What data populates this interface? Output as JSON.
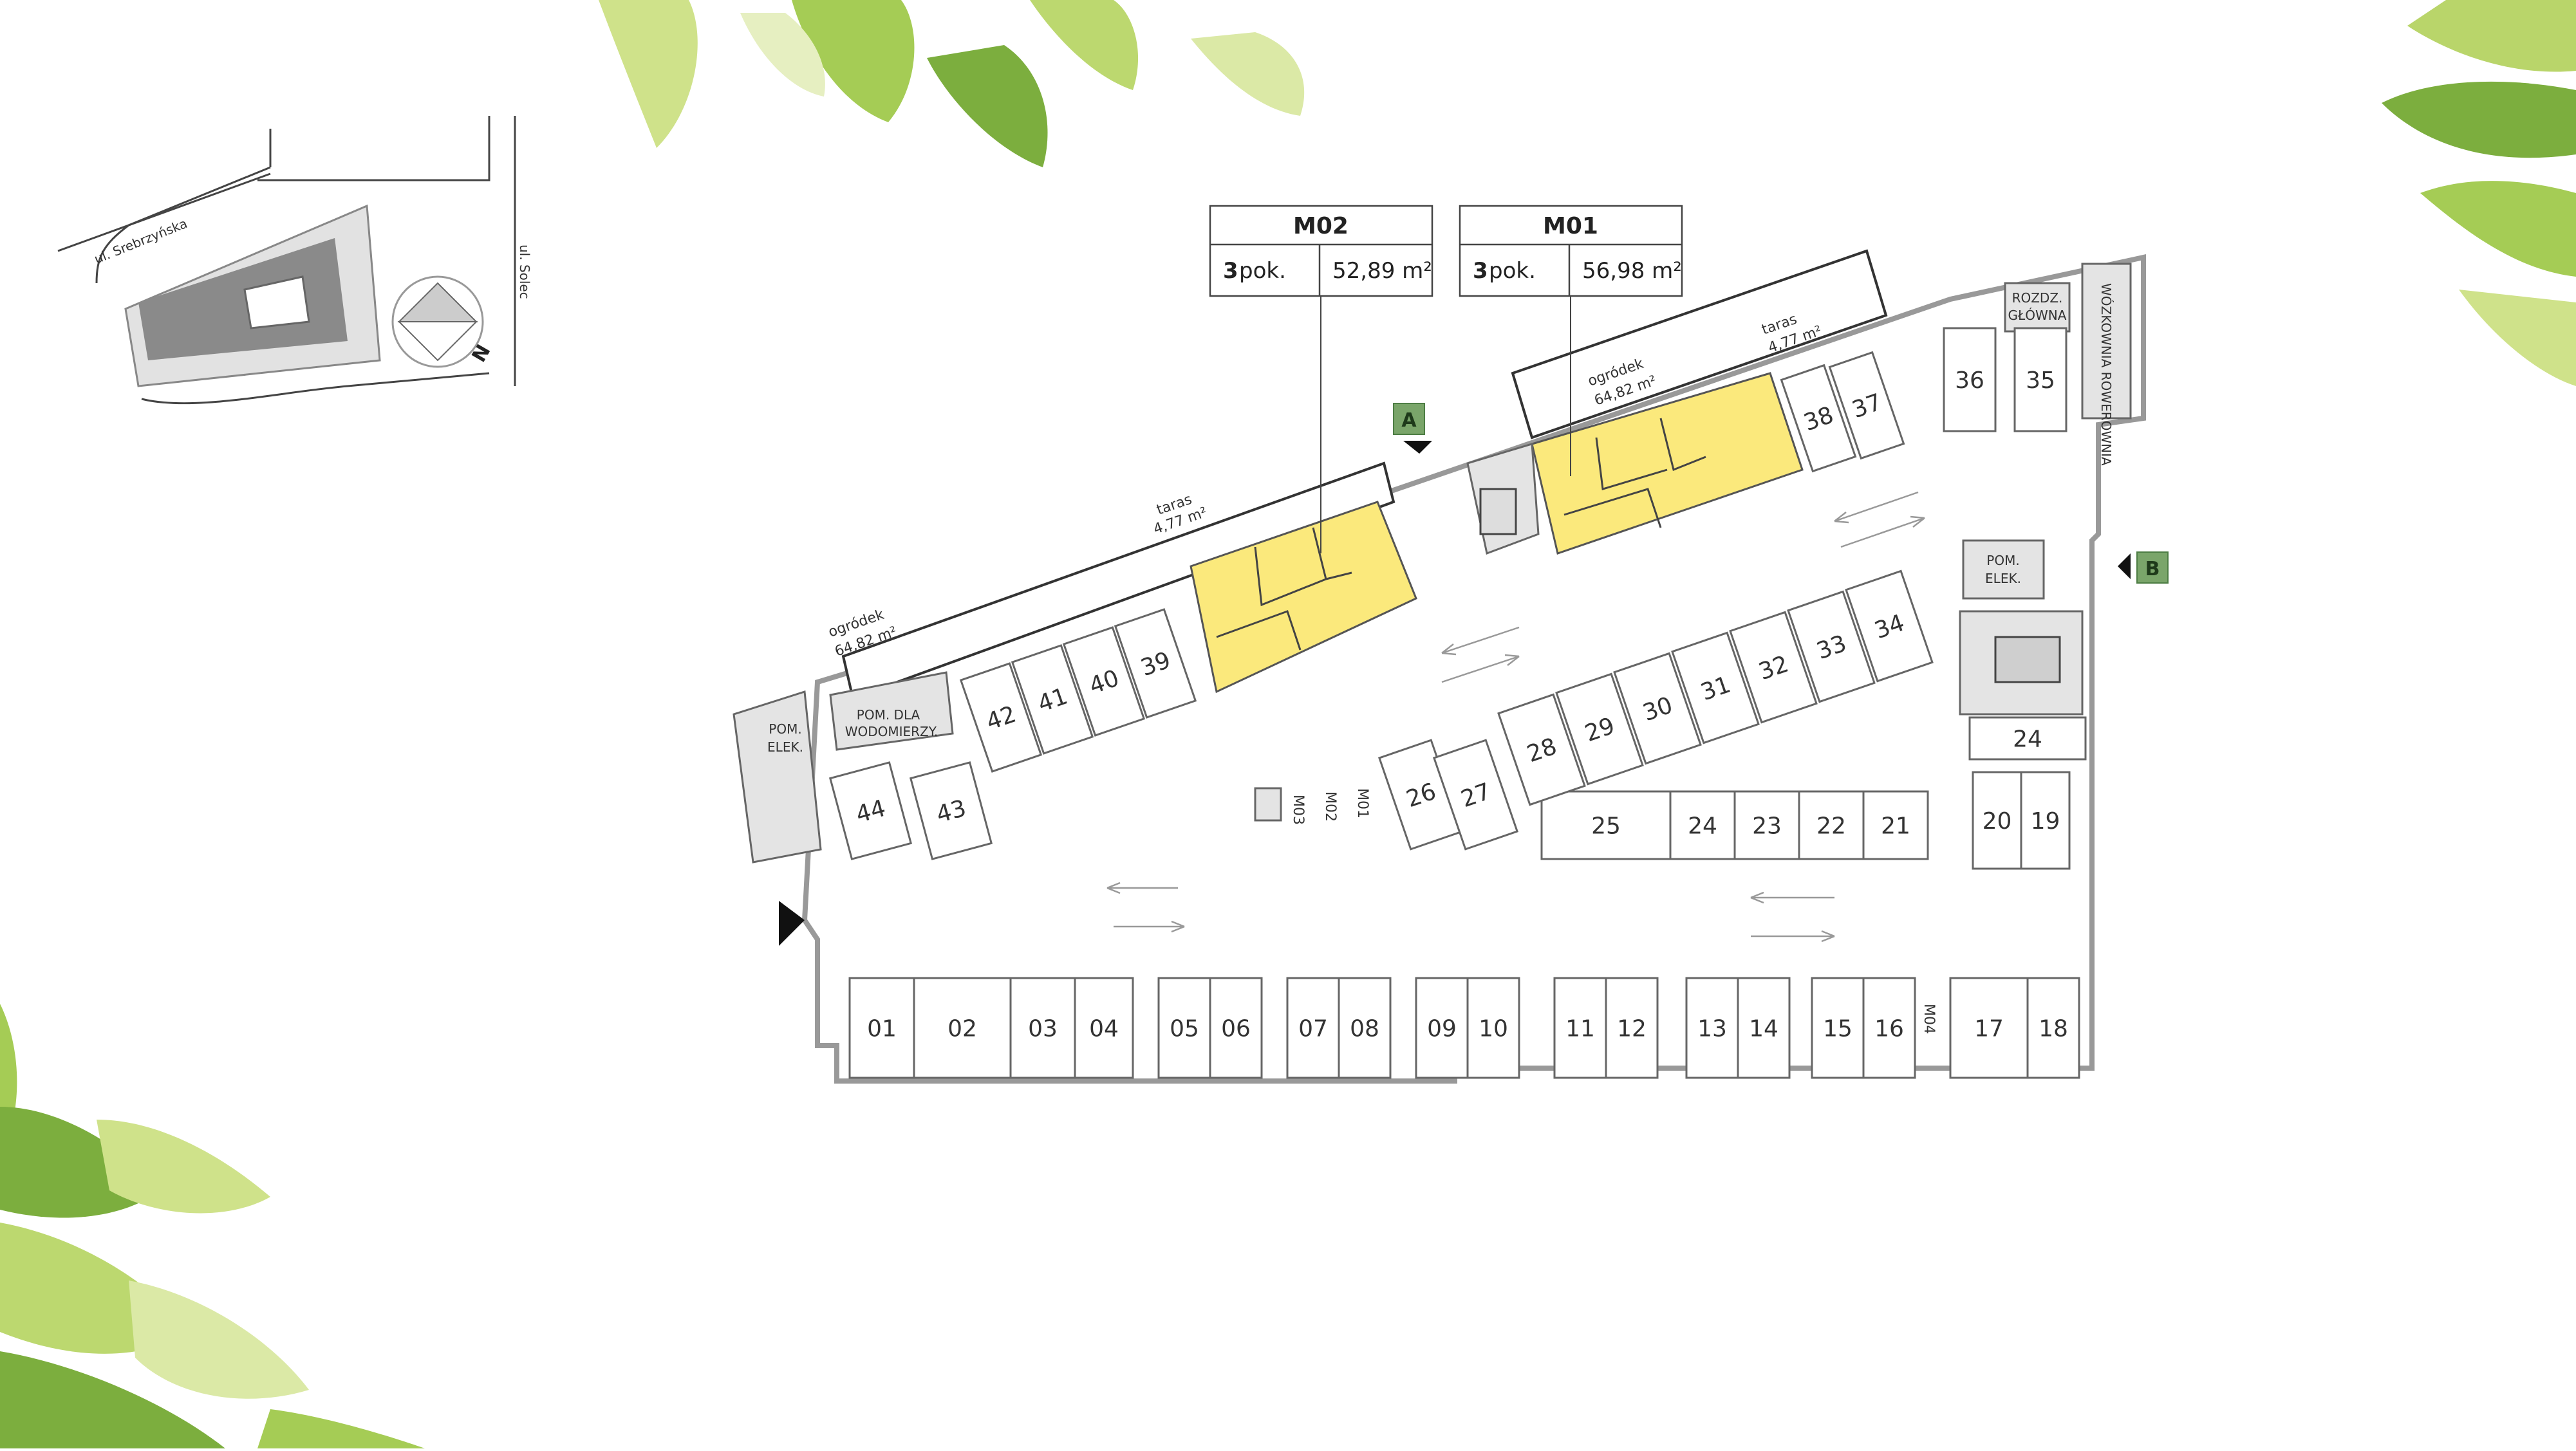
{
  "apartments": [
    {
      "id": "M02",
      "rooms_prefix": "3",
      "rooms_suffix": " pok.",
      "area": "52,89 m²",
      "terrace_label": "taras",
      "terrace_area": "4,77 m²",
      "garden_label": "ogródek",
      "garden_area": "64,82 m²"
    },
    {
      "id": "M01",
      "rooms_prefix": "3",
      "rooms_suffix": " pok.",
      "area": "56,98 m²",
      "terrace_label": "taras",
      "terrace_area": "4,77 m²",
      "garden_label": "ogródek",
      "garden_area": "64,82 m²"
    }
  ],
  "entrances": {
    "a": "A",
    "b": "B"
  },
  "streets": {
    "srebrzynska": "ul. Srebrzyńska",
    "solec": "ul. Solec"
  },
  "compass": "N",
  "rooms": {
    "pom_elek_left_1": "POM.",
    "pom_elek_left_2": "ELEK.",
    "wodomierzy_1": "POM. DLA",
    "wodomierzy_2": "WODOMIERZY.",
    "pom_elek_right_1": "POM.",
    "pom_elek_right_2": "ELEK.",
    "rozdz_1": "ROZDZ.",
    "rozdz_2": "GŁÓWNA",
    "wozkownia": "WÓZKOWNIA ROWEROWNIA",
    "storage_m01": "M01",
    "storage_m02": "M02",
    "storage_m03": "M03",
    "storage_m04": "M04"
  },
  "parking_bottom": [
    "01",
    "02",
    "03",
    "04",
    "05",
    "06",
    "07",
    "08",
    "09",
    "10",
    "11",
    "12",
    "13",
    "14",
    "15",
    "16",
    "17",
    "18"
  ],
  "parking_right": [
    "20",
    "19"
  ],
  "parking_room_24": "24",
  "parking_middle_row": [
    "25",
    "24",
    "23",
    "22",
    "21"
  ],
  "parking_diag_main": [
    "28",
    "29",
    "30",
    "31",
    "32",
    "33",
    "34"
  ],
  "parking_26_27": [
    "26",
    "27"
  ],
  "parking_upper_left": [
    "42",
    "41",
    "40",
    "39"
  ],
  "parking_lower_left": [
    "44",
    "43"
  ],
  "parking_top_right": [
    "38",
    "37",
    "36",
    "35"
  ],
  "colors": {
    "apartment": "#fbe97c",
    "marker": "#7aa56a",
    "leaf_light": "#cfe28a",
    "leaf_dark": "#7cae3e"
  }
}
